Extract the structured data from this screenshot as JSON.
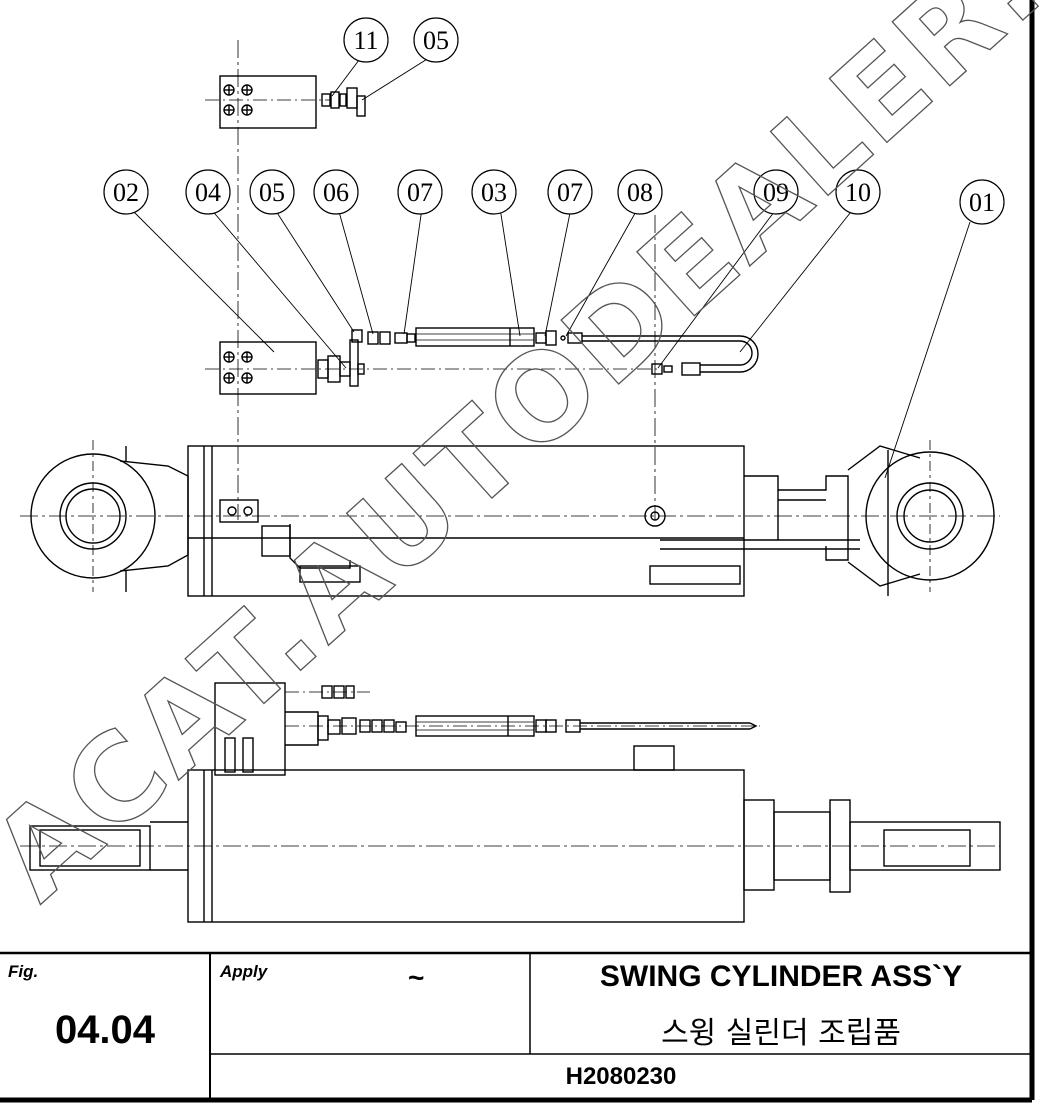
{
  "drawing": {
    "callouts": [
      "11",
      "05",
      "02",
      "04",
      "05",
      "06",
      "07",
      "03",
      "07",
      "08",
      "09",
      "10",
      "01"
    ],
    "watermark": "ACAT.AUTODEALER.RU"
  },
  "title_block": {
    "fig_label": "Fig.",
    "fig_number": "04.04",
    "apply_label": "Apply",
    "apply_range": "~",
    "title_en": "SWING CYLINDER ASS`Y",
    "title_kr": "스윙 실린더 조립품",
    "part_number": "H2080230"
  }
}
